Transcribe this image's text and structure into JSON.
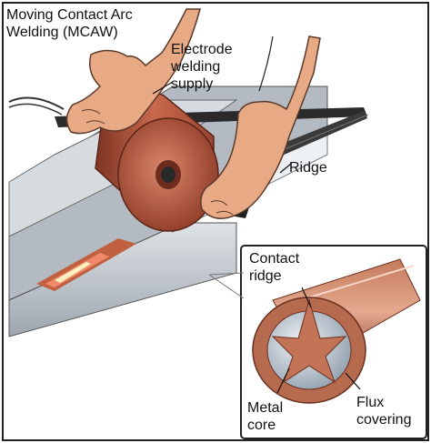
{
  "title_line1": "Moving Contact Arc",
  "title_line2": "Welding (MCAW)",
  "labels": {
    "electrode_line1": "Electrode",
    "electrode_line2": "welding",
    "electrode_line3": "supply",
    "ridge": "Ridge",
    "contact_line1": "Contact",
    "contact_line2": "ridge",
    "metal_line1": "Metal",
    "metal_line2": "core",
    "flux_line1": "Flux",
    "flux_line2": "covering"
  },
  "colors": {
    "copper": "#b4533a",
    "copper_light": "#d9876a",
    "skin": "#e8a985",
    "steel": "#c9cfd6",
    "core": "#b9c6d2"
  }
}
